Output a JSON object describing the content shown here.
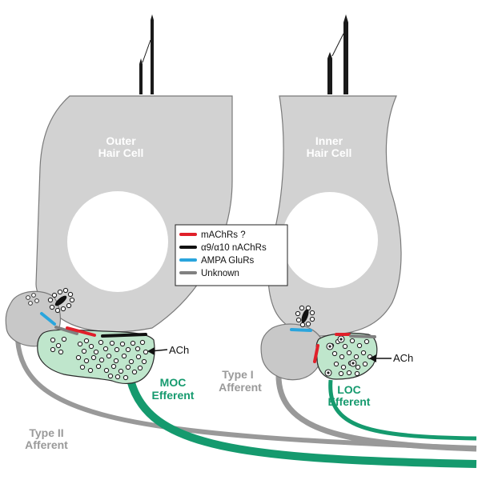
{
  "colors": {
    "cell_fill": "#d2d2d2",
    "cell_stroke": "#7a7a7a",
    "efferent_fill": "#bfe6cc",
    "efferent_fiber": "#159a6e",
    "afferent_fiber": "#999999",
    "label_grey": "#9a9a9a",
    "label_green": "#159a6e"
  },
  "cells": {
    "outer": {
      "line1": "Outer",
      "line2": "Hair Cell"
    },
    "inner": {
      "line1": "Inner",
      "line2": "Hair Cell"
    }
  },
  "fibers": {
    "moc": {
      "line1": "MOC",
      "line2": "Efferent"
    },
    "loc": {
      "line1": "LOC",
      "line2": "Efferent"
    },
    "type1": {
      "line1": "Type I",
      "line2": "Afferent"
    },
    "type2": {
      "line1": "Type II",
      "line2": "Afferent"
    }
  },
  "annotations": {
    "ach_left": "ACh",
    "ach_right": "ACh"
  },
  "legend": [
    {
      "label": "mAChRs ?",
      "color": "#e0202a"
    },
    {
      "label": "α9/α10 nAChRs",
      "color": "#111111"
    },
    {
      "label": "AMPA GluRs",
      "color": "#2aa5dd"
    },
    {
      "label": "Unknown",
      "color": "#808080"
    }
  ]
}
